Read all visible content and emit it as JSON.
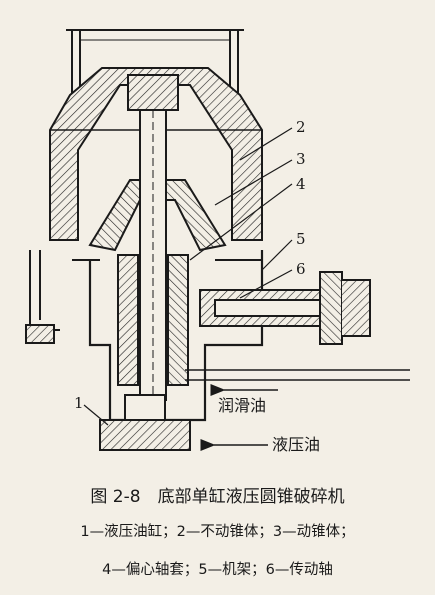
{
  "callouts": {
    "c1": "1",
    "c2": "2",
    "c3": "3",
    "c4": "4",
    "c5": "5",
    "c6": "6"
  },
  "flow_labels": {
    "lubricating_oil": "润滑油",
    "hydraulic_oil": "液压油"
  },
  "caption": {
    "title": "图 2-8　底部单缸液压圆锥破碎机",
    "legend_line1": "1—液压油缸；2—不动锥体；3—动锥体；",
    "legend_line2": "4—偏心轴套；5—机架；6—传动轴"
  }
}
